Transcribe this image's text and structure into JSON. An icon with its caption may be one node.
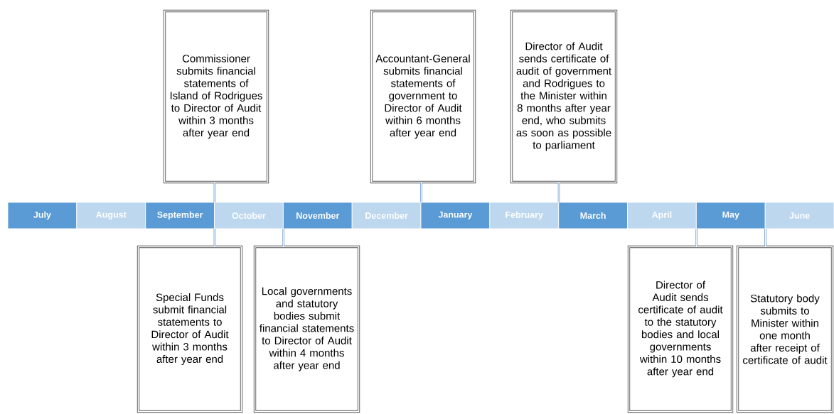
{
  "diagram": {
    "nodes": [
      {
        "text": [
          "Commissioner submits financial statements of Island of Rodrigues to Director of Audit within 3 months after year end"
        ]
      },
      {
        "text": [
          "Accountant-General submits financial statements of government to Director of Audit within 6 months after year end"
        ]
      },
      {
        "text": [
          "Director of Audit sends certificate of audit of government and Rodrigues to the Minister within 8 months after year end, who submits as soon as possible to parliament"
        ]
      },
      {
        "text": [
          "July"
        ]
      },
      {
        "text": [
          "August"
        ]
      },
      {
        "text": [
          "September"
        ]
      },
      {
        "text": [
          "October"
        ]
      },
      {
        "text": [
          "November"
        ]
      },
      {
        "text": [
          "December"
        ]
      },
      {
        "text": [
          "January"
        ]
      },
      {
        "text": [
          "February"
        ]
      },
      {
        "text": [
          "March"
        ]
      },
      {
        "text": [
          "April"
        ]
      },
      {
        "text": [
          "May"
        ]
      },
      {
        "text": [
          "June"
        ]
      },
      {
        "text": [
          "Special Funds submit financial statements to Director of Audit within 3 months after year end"
        ]
      },
      {
        "text": [
          "Local governments and statutory bodies submit financial statements to Director of Audit within 4 months after year end"
        ]
      },
      {
        "text": [
          "Director of Audit sends certificate of audit to the statutory bodies and local governments within 10 months after year end"
        ]
      },
      {
        "text": [
          "Statutory body submits to Minister within one month after receipt of certificate of audit"
        ]
      }
    ],
    "edges": [
      {
        "from": 0,
        "to": 5,
        "arrow": "none"
      },
      {
        "from": 1,
        "to": 8,
        "arrow": "none"
      },
      {
        "from": 2,
        "to": 10,
        "arrow": "none"
      },
      {
        "from": 15,
        "to": 5,
        "arrow": "none"
      },
      {
        "from": 16,
        "to": 6,
        "arrow": "none"
      },
      {
        "from": 17,
        "to": 12,
        "arrow": "none"
      },
      {
        "from": 18,
        "to": 13,
        "arrow": "none"
      }
    ]
  }
}
